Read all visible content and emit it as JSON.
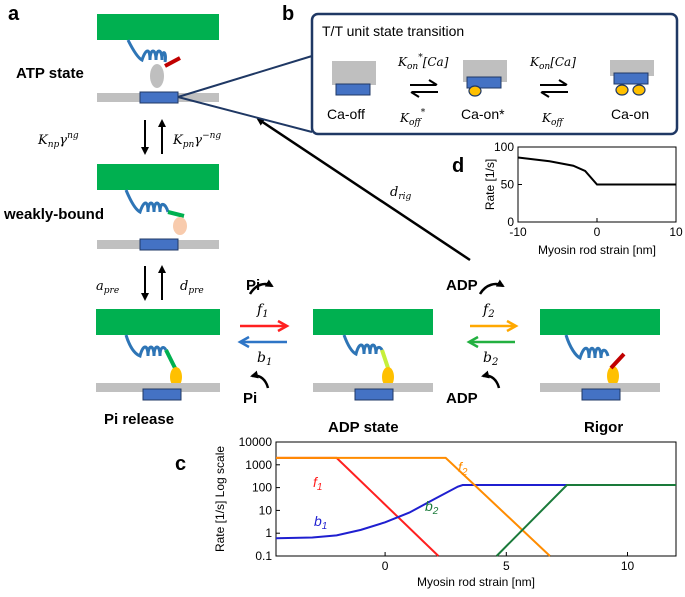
{
  "panels": {
    "a": "a",
    "b": "b",
    "c": "c",
    "d": "d"
  },
  "states": {
    "atp": "ATP state",
    "weak": "weakly-bound",
    "pi_release": "Pi release",
    "adp": "ADP state",
    "rigor": "Rigor"
  },
  "rates": {
    "k_np_num": "K",
    "k_np_sub": "np",
    "k_np_gamma": "γ",
    "k_np_sup": "ng",
    "k_pn_num": "K",
    "k_pn_sub": "pn",
    "k_pn_gamma": "γ",
    "k_pn_sup": "−ng",
    "a_pre": "a",
    "a_pre_sub": "pre",
    "d_pre": "d",
    "d_pre_sub": "pre",
    "d_rig": "d",
    "d_rig_sub": "rig",
    "f1": "f",
    "f1_sub": "1",
    "b1": "b",
    "b1_sub": "1",
    "f2": "f",
    "f2_sub": "2",
    "b2": "b",
    "b2_sub": "2",
    "pi_out": "Pi",
    "pi_in": "Pi",
    "adp_out": "ADP",
    "adp_in": "ADP"
  },
  "tt_box": {
    "title": "T/T unit state transition",
    "ca_off": "Ca-off",
    "ca_on_star": "Ca-on*",
    "ca_on": "Ca-on",
    "kon_star": "K",
    "kon_star_sub": "on",
    "kon_star_sup": "*",
    "kon_star_ca": "[Ca]",
    "koff_star": "K",
    "koff_star_sub": "off",
    "koff_star_sup": "*",
    "kon": "K",
    "kon_sub": "on",
    "kon_ca": "[Ca]",
    "koff": "K",
    "koff_sub": "off"
  },
  "colors": {
    "actin_green": "#00b050",
    "track_gray": "#c0c0c0",
    "tt_blue": "#4472c4",
    "spring_blue": "#2e75b6",
    "head_yellow": "#ffc000",
    "lever_red": "#c00000",
    "f1_red": "#ff2020",
    "b1_blue": "#2e75c6",
    "f2_orange": "#ffa800",
    "b2_green": "#22b040"
  },
  "chart_data": [
    {
      "id": "c",
      "type": "line",
      "xlabel": "Myosin rod strain [nm]",
      "ylabel": "Rate [1/s] Log scale",
      "xlim": [
        -4.5,
        12
      ],
      "ylim": [
        0.1,
        10000
      ],
      "yscale": "log",
      "xticks": [
        0,
        5,
        10
      ],
      "yticks": [
        "0.1",
        "1",
        "10",
        "100",
        "1000",
        "10000"
      ],
      "series": [
        {
          "name": "f1",
          "color": "#ff2020",
          "x": [
            -4.5,
            -2,
            2.2
          ],
          "y": [
            2000,
            2000,
            0.1
          ]
        },
        {
          "name": "b1",
          "color": "#1f1fd0",
          "x": [
            -4.5,
            -3,
            -2,
            -1,
            0,
            1,
            2,
            3,
            3.2,
            7.5,
            12
          ],
          "y": [
            0.6,
            0.65,
            0.8,
            1.4,
            3,
            8,
            30,
            110,
            130,
            130,
            130
          ]
        },
        {
          "name": "f2",
          "color": "#ff8c00",
          "x": [
            -4.5,
            2.5,
            6.8
          ],
          "y": [
            2000,
            2000,
            0.1
          ]
        },
        {
          "name": "b2",
          "color": "#1a7a3a",
          "x": [
            4.6,
            7.5,
            12
          ],
          "y": [
            0.1,
            130,
            130
          ]
        }
      ],
      "labels": {
        "f1": "f",
        "f1_sub": "1",
        "b1": "b",
        "b1_sub": "1",
        "f2": "f",
        "f2_sub": "2",
        "b2": "b",
        "b2_sub": "2"
      }
    },
    {
      "id": "d",
      "type": "line",
      "xlabel": "Myosin rod strain [nm]",
      "ylabel": "Rate [1/s]",
      "xlim": [
        -10,
        10
      ],
      "ylim": [
        0,
        100
      ],
      "xticks": [
        -10,
        0,
        10
      ],
      "yticks": [
        0,
        50,
        100
      ],
      "series": [
        {
          "name": "d_rig",
          "color": "#000000",
          "x": [
            -10,
            -6,
            -3,
            -1.5,
            0,
            10
          ],
          "y": [
            86,
            81,
            75,
            68,
            50,
            50
          ]
        }
      ]
    }
  ]
}
